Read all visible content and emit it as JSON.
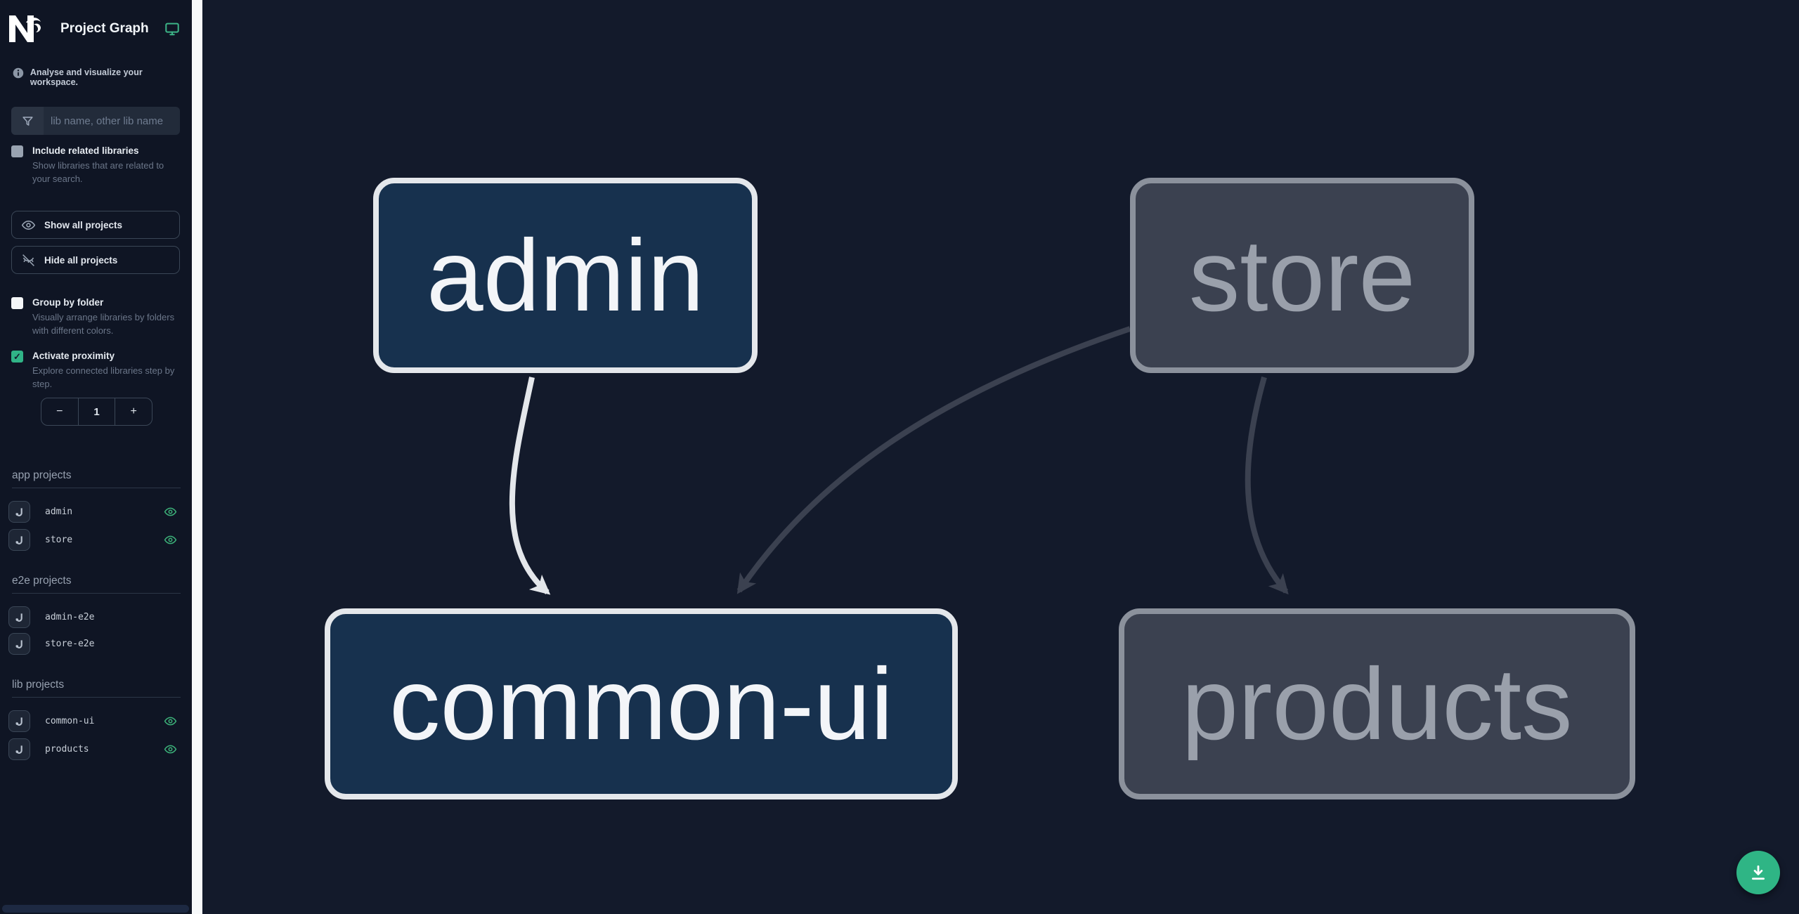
{
  "app": {
    "title": "Project Graph",
    "tagline": "Analyse and visualize your workspace."
  },
  "sidebar": {
    "search": {
      "placeholder": "lib name, other lib name"
    },
    "include_related": {
      "label": "Include related libraries",
      "description": "Show libraries that are related to your search.",
      "checked": false
    },
    "buttons": {
      "show_all": "Show all projects",
      "hide_all": "Hide all projects"
    },
    "group_by_folder": {
      "label": "Group by folder",
      "description": "Visually arrange libraries by folders with different colors.",
      "checked": false
    },
    "activate_proximity": {
      "label": "Activate proximity",
      "description": "Explore connected libraries step by step.",
      "checked": true,
      "check_glyph": "✓"
    },
    "stepper": {
      "decrement": "−",
      "value": "1",
      "increment": "+"
    },
    "sections": [
      {
        "title": "app projects",
        "items": [
          {
            "name": "admin",
            "visible": true
          },
          {
            "name": "store",
            "visible": true
          }
        ]
      },
      {
        "title": "e2e projects",
        "items": [
          {
            "name": "admin-e2e",
            "visible": false
          },
          {
            "name": "store-e2e",
            "visible": false
          }
        ]
      },
      {
        "title": "lib projects",
        "items": [
          {
            "name": "common-ui",
            "visible": true
          },
          {
            "name": "products",
            "visible": true
          }
        ]
      }
    ]
  },
  "graph": {
    "nodes": [
      {
        "id": "admin",
        "label": "admin",
        "type": "app",
        "state": "focused"
      },
      {
        "id": "store",
        "label": "store",
        "type": "app",
        "state": "unfocused"
      },
      {
        "id": "common-ui",
        "label": "common-ui",
        "type": "lib",
        "state": "focused"
      },
      {
        "id": "products",
        "label": "products",
        "type": "lib",
        "state": "unfocused"
      }
    ],
    "edges": [
      {
        "source": "admin",
        "target": "common-ui",
        "highlighted": true
      },
      {
        "source": "store",
        "target": "common-ui",
        "highlighted": false
      },
      {
        "source": "store",
        "target": "products",
        "highlighted": false
      }
    ]
  },
  "colors": {
    "accent_teal": "#2fb585",
    "canvas_bg": "#131a2b",
    "sidebar_bg": "#0f1524",
    "node_focused_fill": "#17314e",
    "node_focused_border": "#e4e7eb",
    "node_unfocused_fill": "#3b4150",
    "node_unfocused_border": "#8b919c",
    "edge_light": "#e4e7eb",
    "edge_dark": "#3b4150"
  }
}
